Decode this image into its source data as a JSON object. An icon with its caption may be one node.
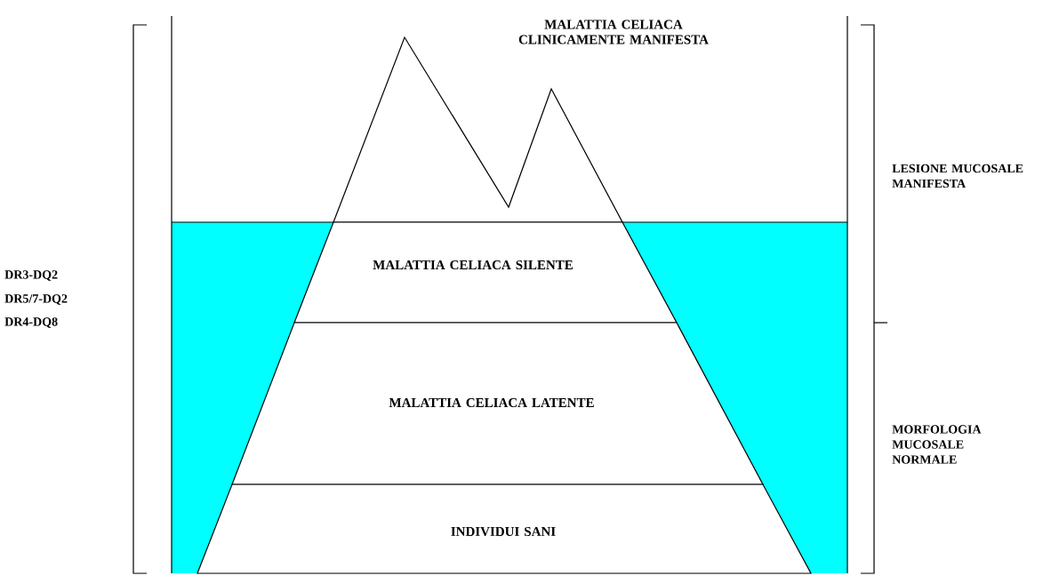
{
  "diagram": {
    "nodes": [
      {
        "text": [
          "MALATTIA CELIACA CLINICAMENTE MANIFESTA"
        ]
      },
      {
        "text": [
          "MALATTIA CELIACA SILENTE"
        ]
      },
      {
        "text": [
          "MALATTIA CELIACA LATENTE"
        ]
      },
      {
        "text": [
          "INDIVIDUI SANI"
        ]
      }
    ],
    "labels": [
      "DR3-DQ2",
      "DR5/7-DQ2",
      "DR4-DQ8",
      "LESIONE MUCOSALE MANIFESTA",
      "MORFOLOGIA MUCOSALE NORMALE"
    ]
  }
}
